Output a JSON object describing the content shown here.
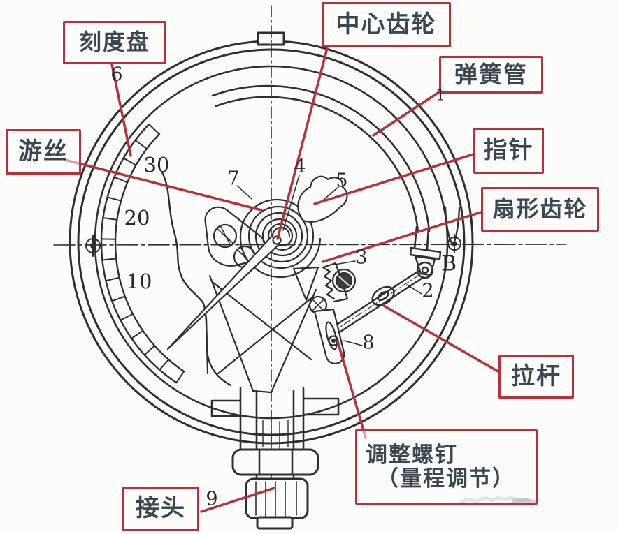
{
  "callouts": [
    {
      "id": "dial-plate",
      "text": "刻度盘"
    },
    {
      "id": "center-gear",
      "text": "中心齿轮"
    },
    {
      "id": "bourdon-tube",
      "text": "弹簧管"
    },
    {
      "id": "hairspring",
      "text": "游丝"
    },
    {
      "id": "pointer",
      "text": "指针"
    },
    {
      "id": "sector-gear",
      "text": "扇形齿轮"
    },
    {
      "id": "link-rod",
      "text": "拉杆"
    },
    {
      "id": "adjust-screw",
      "line1": "调整螺钉",
      "line2": "（量程调节）"
    },
    {
      "id": "connector",
      "text": "接头"
    }
  ],
  "part_numbers": [
    "1",
    "2",
    "3",
    "4",
    "5",
    "6",
    "7",
    "8",
    "9",
    "B"
  ],
  "dial_scale": {
    "values": [
      "30",
      "20",
      "10"
    ]
  },
  "colors": {
    "callout_red": "#b5323c",
    "ink": "#2f2f2f",
    "label_text": "#3b4750",
    "background": "#fcfcfa",
    "watermark_gray": "#8d9494"
  }
}
